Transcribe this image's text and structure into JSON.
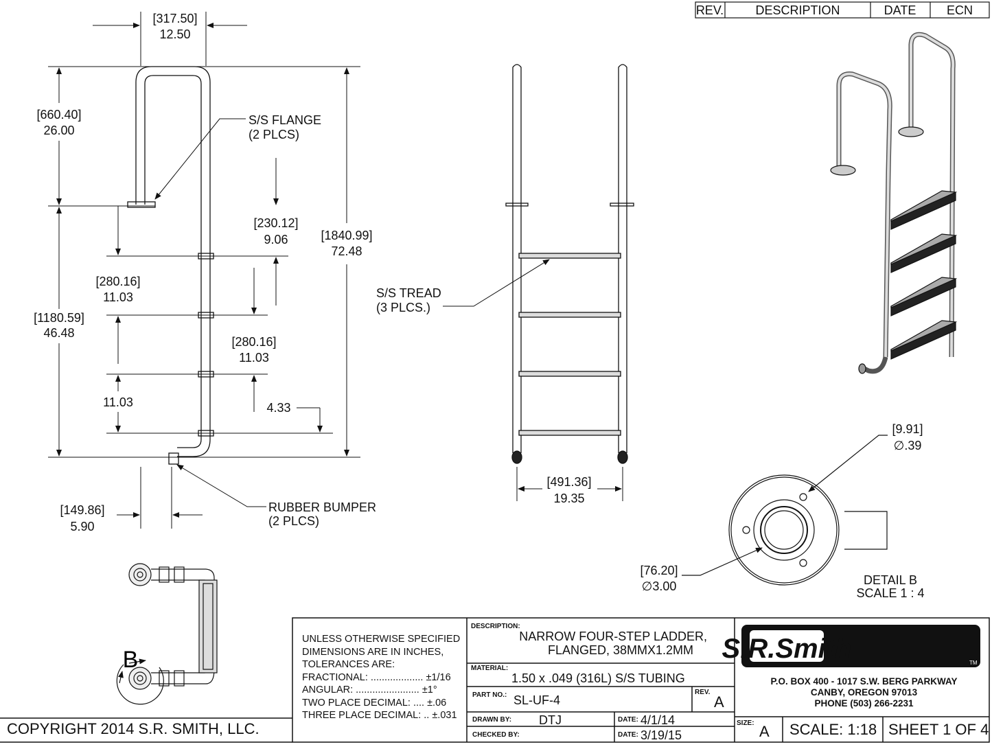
{
  "revision_table": {
    "headers": [
      "REV.",
      "DESCRIPTION",
      "DATE",
      "ECN"
    ]
  },
  "side_view": {
    "width_top": [
      "[317.50]",
      "12.50"
    ],
    "top_height": [
      "[660.40]",
      "26.00"
    ],
    "flange_note": [
      "S/S FLANGE",
      "(2 PLCS)"
    ],
    "step_top": [
      "[230.12]",
      "9.06"
    ],
    "total_height": [
      "[1840.99]",
      "72.48"
    ],
    "step_left": [
      "[280.16]",
      "11.03"
    ],
    "lower_height": [
      "[1180.59]",
      "46.48"
    ],
    "step_right": [
      "[280.16]",
      "11.03"
    ],
    "step_bottom": "11.03",
    "bottom_offset": "4.33",
    "bumper_offset": [
      "[149.86]",
      "5.90"
    ],
    "bumper_note": [
      "RUBBER BUMPER",
      "(2 PLCS)"
    ]
  },
  "front_view": {
    "tread_note": [
      "S/S TREAD",
      "(3 PLCS.)"
    ],
    "width": [
      "[491.36]",
      "19.35"
    ]
  },
  "detail_b": {
    "hole": [
      "[9.91]",
      "∅.39"
    ],
    "flange_dia": [
      "[76.20]",
      "∅3.00"
    ],
    "title": [
      "DETAIL B",
      "SCALE 1 : 4"
    ]
  },
  "top_view": {
    "callout": "B"
  },
  "title_block": {
    "copyright": "COPYRIGHT 2014 S.R. SMITH, LLC.",
    "tolerances": [
      "UNLESS OTHERWISE SPECIFIED",
      "DIMENSIONS ARE IN INCHES,",
      "TOLERANCES ARE:",
      "FRACTIONAL: ................... ±1/16",
      "ANGULAR: ....................... ±1°",
      "TWO PLACE DECIMAL: .... ±.06",
      "THREE PLACE DECIMAL: .. ±.031"
    ],
    "description_label": "DESCRIPTION:",
    "description": [
      "NARROW FOUR-STEP LADDER,",
      "FLANGED, 38MMX1.2MM"
    ],
    "material_label": "MATERIAL:",
    "material": "1.50 x .049 (316L) S/S TUBING",
    "part_label": "PART NO.:",
    "part_no": "SL-UF-4",
    "rev_label": "REV.",
    "rev": "A",
    "drawn_label": "DRAWN BY:",
    "drawn_by": "DTJ",
    "date_label": "DATE:",
    "drawn_date": "4/1/14",
    "checked_label": "CHECKED BY:",
    "checked_by": "",
    "checked_date": "3/19/15",
    "logo": "S.R.Smith",
    "logo_tm": "TM",
    "address": [
      "P.O. BOX 400 - 1017 S.W. BERG PARKWAY",
      "CANBY, OREGON  97013",
      "PHONE (503) 266-2231"
    ],
    "size_label": "SIZE:",
    "size": "A",
    "scale": "SCALE: 1:18",
    "sheet": "SHEET 1 OF 4"
  }
}
